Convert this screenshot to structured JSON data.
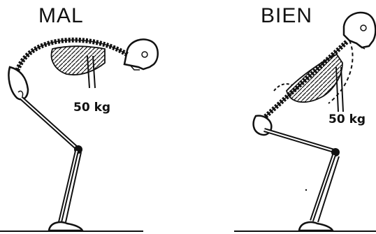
{
  "figures": {
    "bad": {
      "label": "MAL",
      "weight": "50 kg"
    },
    "good": {
      "label": "BIEN",
      "weight": "50 kg"
    }
  },
  "colors": {
    "ink": "#111111",
    "paper": "#ffffff"
  }
}
